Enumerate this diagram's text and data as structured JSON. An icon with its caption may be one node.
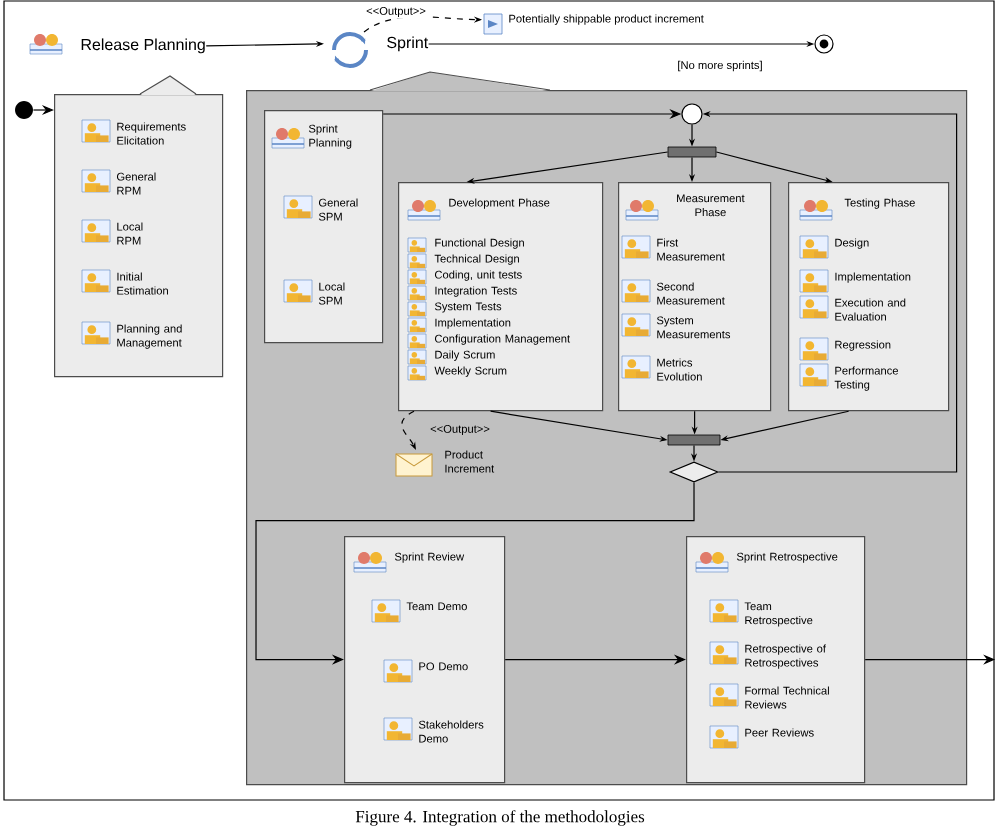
{
  "diagram": {
    "caption": "Figure 4. Integration of the methodologies",
    "nodes": [
      {
        "text": [
          "Release Planning"
        ]
      },
      {
        "text": [
          "Sprint"
        ]
      },
      {
        "text": [
          "Potentially shippable product increment"
        ]
      },
      {
        "text": [],
        "shape": "circle"
      },
      {
        "text": [],
        "shape": "circle"
      },
      {
        "text": [],
        "shape": "box"
      },
      {
        "text": [
          "Requirements Elicitation"
        ],
        "in": 5
      },
      {
        "text": [
          "General RPM"
        ],
        "in": 5
      },
      {
        "text": [
          "Local RPM"
        ],
        "in": 5
      },
      {
        "text": [
          "Initial Estimation"
        ],
        "in": 5
      },
      {
        "text": [
          "Planning and Management"
        ],
        "in": 5
      },
      {
        "text": [],
        "shape": "box"
      },
      {
        "text": [
          "Sprint Planning"
        ],
        "in": 11
      },
      {
        "text": [
          "General SPM"
        ],
        "in": 12
      },
      {
        "text": [
          "Local SPM"
        ],
        "in": 12
      },
      {
        "text": [],
        "shape": "circle",
        "in": 11
      },
      {
        "text": [],
        "shape": "bar",
        "in": 11
      },
      {
        "text": [
          "Development Phase"
        ],
        "in": 11
      },
      {
        "text": [
          "Functional Design"
        ],
        "in": 17
      },
      {
        "text": [
          "Technical Design"
        ],
        "in": 17
      },
      {
        "text": [
          "Coding, unit tests"
        ],
        "in": 17
      },
      {
        "text": [
          "Integration Tests"
        ],
        "in": 17
      },
      {
        "text": [
          "System Tests"
        ],
        "in": 17
      },
      {
        "text": [
          "Implementation"
        ],
        "in": 17
      },
      {
        "text": [
          "Configuration Management"
        ],
        "in": 17
      },
      {
        "text": [
          "Daily Scrum"
        ],
        "in": 17
      },
      {
        "text": [
          "Weekly Scrum"
        ],
        "in": 17
      },
      {
        "text": [
          "Measurement Phase"
        ],
        "in": 11
      },
      {
        "text": [
          "First Measurement"
        ],
        "in": 27
      },
      {
        "text": [
          "Second Measurement"
        ],
        "in": 27
      },
      {
        "text": [
          "System Measurements"
        ],
        "in": 27
      },
      {
        "text": [
          "Metrics Evolution"
        ],
        "in": 27
      },
      {
        "text": [
          "Testing Phase"
        ],
        "in": 11
      },
      {
        "text": [
          "Design"
        ],
        "in": 32
      },
      {
        "text": [
          "Implementation"
        ],
        "in": 32
      },
      {
        "text": [
          "Execution and Evaluation"
        ],
        "in": 32
      },
      {
        "text": [
          "Regression"
        ],
        "in": 32
      },
      {
        "text": [
          "Performance Testing"
        ],
        "in": 32
      },
      {
        "text": [],
        "shape": "bar",
        "in": 11
      },
      {
        "text": [],
        "shape": "diamond",
        "in": 11
      },
      {
        "text": [
          "Product Increment"
        ],
        "in": 11
      },
      {
        "text": [
          "Sprint Review"
        ],
        "in": 11
      },
      {
        "text": [
          "Team Demo"
        ],
        "in": 41
      },
      {
        "text": [
          "PO Demo"
        ],
        "in": 41
      },
      {
        "text": [
          "Stakeholders Demo"
        ],
        "in": 41
      },
      {
        "text": [
          "Sprint Retrospective"
        ],
        "in": 11
      },
      {
        "text": [
          "Team Retrospective"
        ],
        "in": 45
      },
      {
        "text": [
          "Retrospective of Retrospectives"
        ],
        "in": 45
      },
      {
        "text": [
          "Formal Technical Reviews"
        ],
        "in": 45
      },
      {
        "text": [
          "Peer Reviews"
        ],
        "in": 45
      }
    ],
    "edges": [
      {
        "from": 0,
        "to": 1,
        "arrow": "to"
      },
      {
        "from": 1,
        "to": 2,
        "arrow": "to",
        "label": "<<Output>>",
        "style": "dashed"
      },
      {
        "from": 1,
        "to": 3,
        "arrow": "to",
        "label": "[No more sprints]"
      },
      {
        "from": 4,
        "to": 5,
        "arrow": "to"
      },
      {
        "from": 12,
        "to": 15,
        "arrow": "to"
      },
      {
        "from": 39,
        "to": 15,
        "arrow": "to"
      },
      {
        "from": 15,
        "to": 16,
        "arrow": "to"
      },
      {
        "from": 16,
        "to": 17,
        "arrow": "to"
      },
      {
        "from": 16,
        "to": 27,
        "arrow": "to"
      },
      {
        "from": 16,
        "to": 32,
        "arrow": "to"
      },
      {
        "from": 17,
        "to": 38,
        "arrow": "to"
      },
      {
        "from": 27,
        "to": 38,
        "arrow": "to"
      },
      {
        "from": 32,
        "to": 38,
        "arrow": "to"
      },
      {
        "from": 38,
        "to": 39,
        "arrow": "to"
      },
      {
        "from": 39,
        "to": 41,
        "arrow": "to"
      },
      {
        "from": 41,
        "to": 45,
        "arrow": "to"
      },
      {
        "from": 45,
        "to": null,
        "arrow": "to"
      },
      {
        "from": 17,
        "to": 40,
        "arrow": "to",
        "label": "<<Output>>",
        "style": "dashed"
      }
    ]
  }
}
